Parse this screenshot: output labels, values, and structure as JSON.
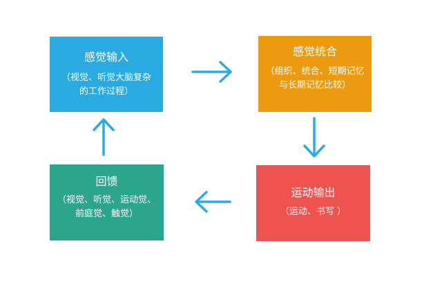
{
  "colors": {
    "sense_input": "#29abe2",
    "sense_integration": "#ec9a0f",
    "motor_output": "#ef5350",
    "feedback": "#2ca58d",
    "arrow": "#29abe2"
  },
  "nodes": {
    "sense_input": {
      "title": "感觉输入",
      "desc": "（视觉、听觉大脑复杂的工作过程）"
    },
    "sense_integration": {
      "title": "感觉统合",
      "desc": "（组织、统合、短期记忆与长期记忆比较）"
    },
    "motor_output": {
      "title": "运动输出",
      "desc": "（运动、书写 ）"
    },
    "feedback": {
      "title": "回馈",
      "desc": "（视觉、听觉、运动觉、前庭觉、触觉）"
    }
  },
  "edges": [
    {
      "from": "sense_input",
      "to": "sense_integration",
      "icon": "arrow-right-icon"
    },
    {
      "from": "sense_integration",
      "to": "motor_output",
      "icon": "arrow-down-icon"
    },
    {
      "from": "motor_output",
      "to": "feedback",
      "icon": "arrow-left-icon"
    },
    {
      "from": "feedback",
      "to": "sense_input",
      "icon": "arrow-up-icon"
    }
  ]
}
